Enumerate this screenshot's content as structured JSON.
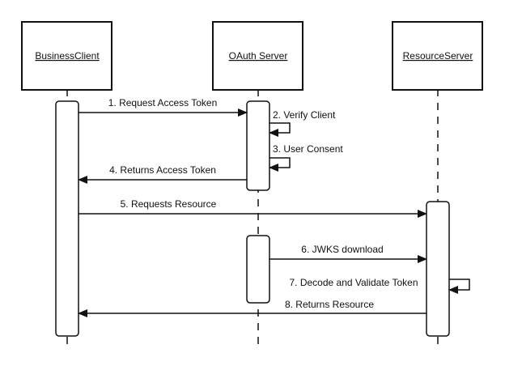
{
  "actors": [
    {
      "id": "client",
      "label": "BusinessClient"
    },
    {
      "id": "oauth",
      "label": "OAuth Server"
    },
    {
      "id": "resource",
      "label": "ResourceServer"
    }
  ],
  "messages": [
    {
      "id": "m1",
      "label": "1. Request Access Token",
      "from": "client",
      "to": "oauth",
      "kind": "arrow"
    },
    {
      "id": "m2",
      "label": "2. Verify Client",
      "from": "oauth",
      "to": "oauth",
      "kind": "self"
    },
    {
      "id": "m3",
      "label": "3. User Consent",
      "from": "oauth",
      "to": "oauth",
      "kind": "self"
    },
    {
      "id": "m4",
      "label": "4. Returns Access Token",
      "from": "oauth",
      "to": "client",
      "kind": "arrow"
    },
    {
      "id": "m5",
      "label": "5. Requests Resource",
      "from": "client",
      "to": "resource",
      "kind": "arrow"
    },
    {
      "id": "m6",
      "label": "6. JWKS download",
      "from": "oauth",
      "to": "resource",
      "kind": "arrow"
    },
    {
      "id": "m7",
      "label": "7. Decode and Validate Token",
      "from": "resource",
      "to": "resource",
      "kind": "self"
    },
    {
      "id": "m8",
      "label": "8. Returns Resource",
      "from": "resource",
      "to": "client",
      "kind": "arrow"
    }
  ],
  "colors": {
    "line": "#111111",
    "box_fill": "#ffffff"
  }
}
